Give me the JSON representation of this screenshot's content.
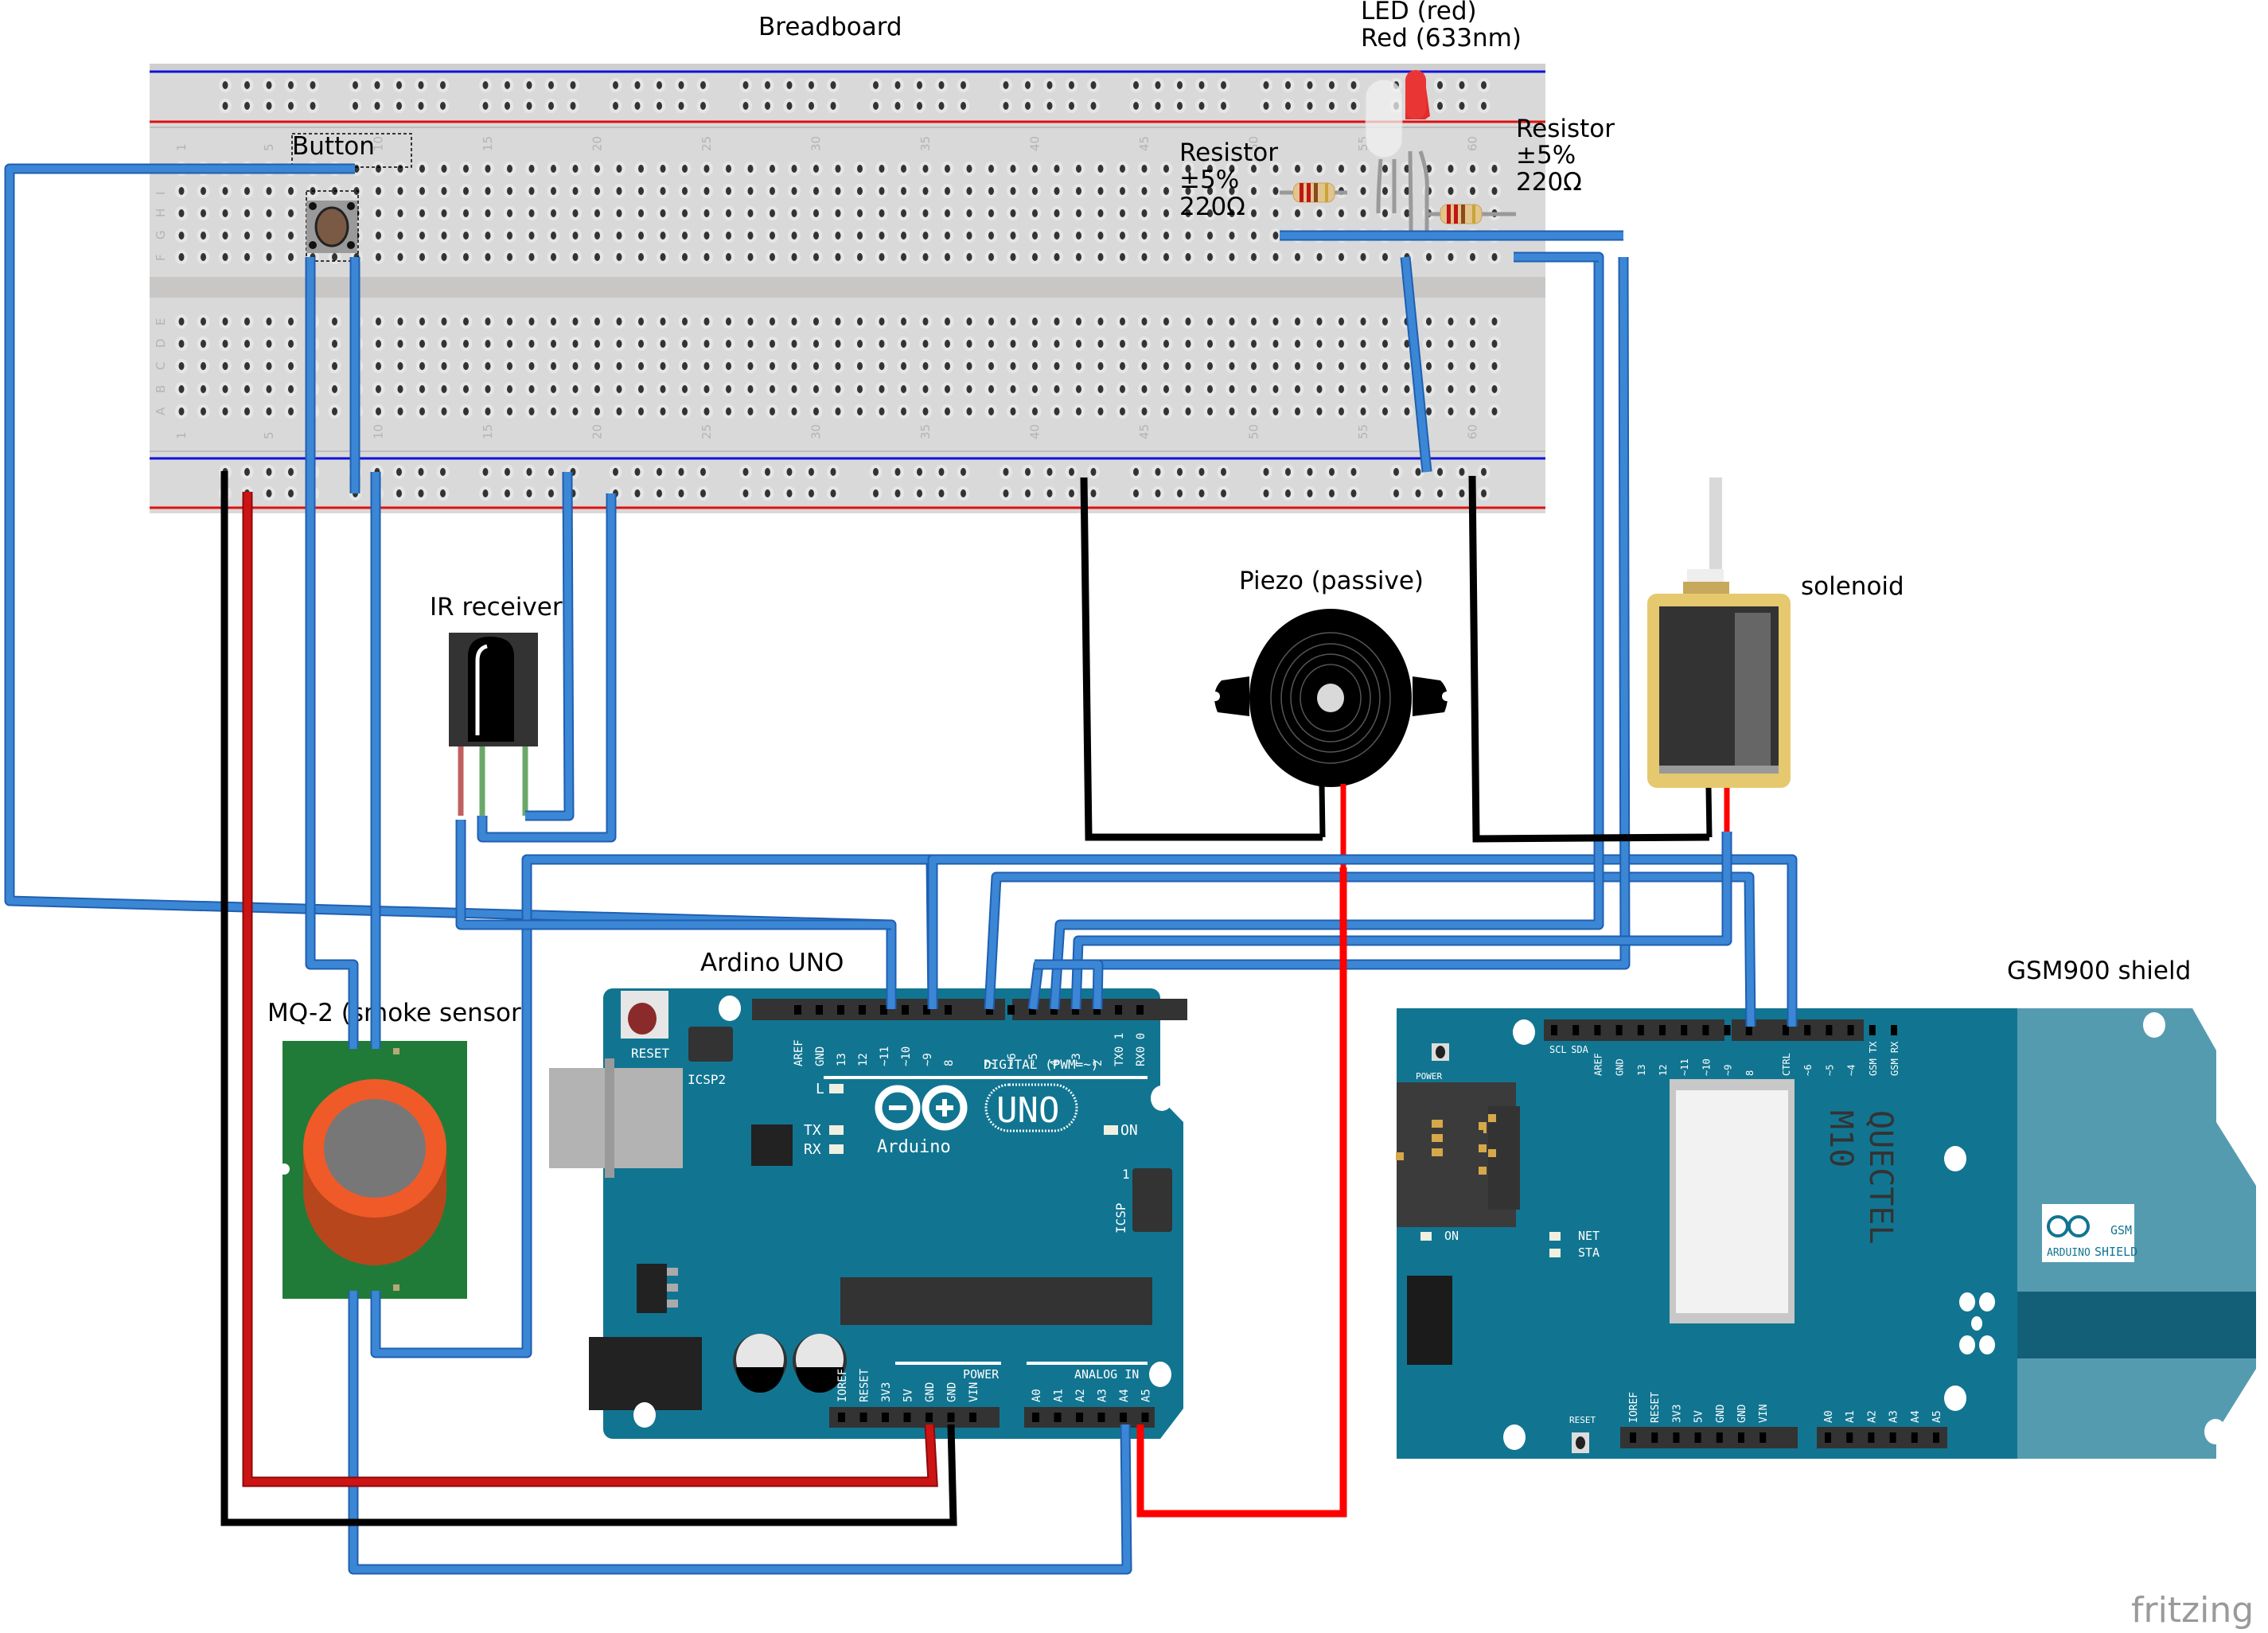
{
  "diagram": {
    "tool": "fritzing",
    "watermark": "fritzing"
  },
  "labels": {
    "breadboard": "Breadboard",
    "led_line1": "LED (red)",
    "led_line2": "Red (633nm)",
    "resistor1_l1": "Resistor",
    "resistor1_l2": "±5%",
    "resistor1_l3": "220Ω",
    "resistor2_l1": "Resistor",
    "resistor2_l2": "±5%",
    "resistor2_l3": "220Ω",
    "button": "Button",
    "ir_receiver": "IR receiver",
    "piezo": "Piezo (passive)",
    "solenoid": "solenoid",
    "mq2": "MQ-2 (smoke sensor)",
    "arduino": "Ardino UNO",
    "gsm": "GSM900 shield"
  },
  "breadboard": {
    "column_numbers": [
      "1",
      "5",
      "10",
      "15",
      "20",
      "25",
      "30",
      "35",
      "40",
      "45",
      "50",
      "55",
      "60"
    ],
    "rows_top": [
      "J",
      "I",
      "H",
      "G",
      "F"
    ],
    "rows_bottom": [
      "E",
      "D",
      "C",
      "B",
      "A"
    ]
  },
  "arduino_uno": {
    "reset_label": "RESET",
    "icsp2_label": "ICSP2",
    "icsp_label": "ICSP",
    "icsp_pin1": "1",
    "digital_label": "DIGITAL (PWM=~)",
    "digital_pins": [
      "AREF",
      "GND",
      "13",
      "12",
      "~11",
      "~10",
      "~9",
      "8",
      "7",
      "~6",
      "~5",
      "4",
      "~3",
      "2",
      "TX0 1",
      "RX0 0"
    ],
    "led_l": "L",
    "led_tx": "TX",
    "led_rx": "RX",
    "led_on": "ON",
    "brand": "Arduino",
    "tm": "TM",
    "model": "UNO",
    "power_label": "POWER",
    "power_pins": [
      "IOREF",
      "RESET",
      "3V3",
      "5V",
      "GND",
      "GND",
      "VIN"
    ],
    "analog_label": "ANALOG IN",
    "analog_pins": [
      "A0",
      "A1",
      "A2",
      "A3",
      "A4",
      "A5"
    ]
  },
  "gsm_shield": {
    "top_pins_left": [
      "SCL",
      "SDA",
      "AREF",
      "GND",
      "13",
      "12",
      "~11",
      "~10",
      "~9",
      "8"
    ],
    "top_pins_right": [
      "CTRL",
      "~6",
      "~5",
      "~4",
      "GSM TX",
      "GSM RX"
    ],
    "power_label": "POWER",
    "reset_label": "RESET",
    "led_on": "ON",
    "led_net": "NET",
    "led_sta": "STA",
    "module_line1": "QUECTEL",
    "module_line2": "M10",
    "badge_brand": "ARDUINO",
    "badge_title1": "GSM",
    "badge_title2": "SHIELD",
    "bottom_power_pins": [
      "IOREF",
      "RESET",
      "3V3",
      "5V",
      "GND",
      "GND",
      "VIN"
    ],
    "bottom_analog_pins": [
      "A0",
      "A1",
      "A2",
      "A3",
      "A4",
      "A5"
    ]
  },
  "colors": {
    "pcb_blue": "#117591",
    "gsm_light": "#559bb0",
    "wire_blue": "#3b87d6",
    "wire_red": "#cc1414",
    "wire_black": "#000000",
    "breadboard": "#d9d9d9",
    "mq2_board": "#217b38",
    "mq2_cap": "#f05a28",
    "solenoid_body": "#e6c86e"
  }
}
